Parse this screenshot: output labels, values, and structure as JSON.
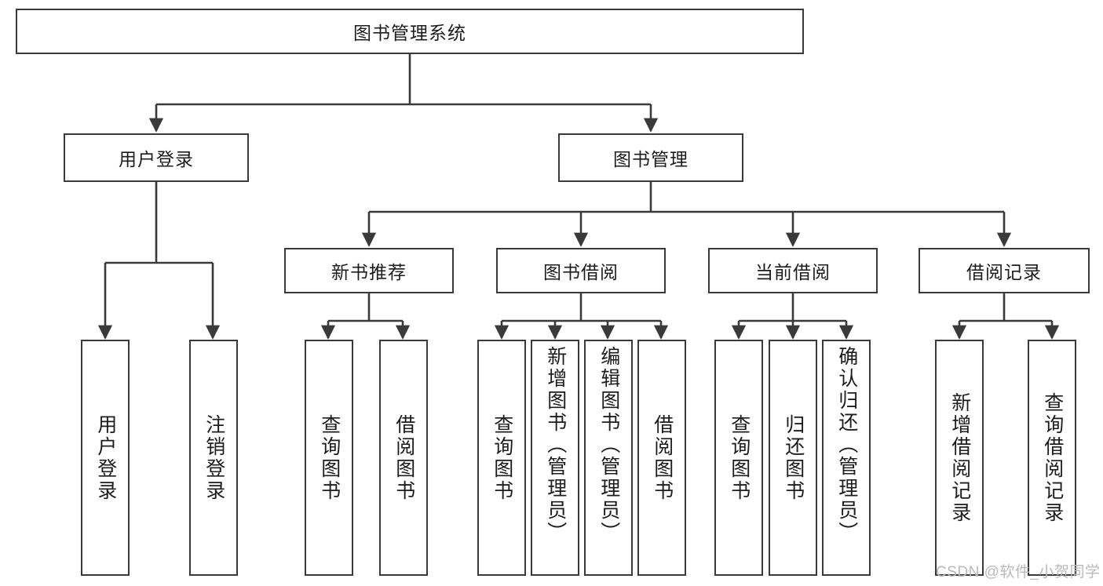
{
  "diagram": {
    "type": "hierarchy-tree",
    "title": "图书管理系统",
    "root": {
      "label": "图书管理系统"
    },
    "level1": [
      {
        "label": "用户登录"
      },
      {
        "label": "图书管理"
      }
    ],
    "level2": [
      {
        "label": "新书推荐",
        "parent": "图书管理"
      },
      {
        "label": "图书借阅",
        "parent": "图书管理"
      },
      {
        "label": "当前借阅",
        "parent": "图书管理"
      },
      {
        "label": "借阅记录",
        "parent": "图书管理"
      }
    ],
    "leaves_user_login": [
      {
        "label": "用户登录"
      },
      {
        "label": "注销登录"
      }
    ],
    "leaves_new_book": [
      {
        "label": "查询图书"
      },
      {
        "label": "借阅图书"
      }
    ],
    "leaves_borrow": [
      {
        "label": "查询图书"
      },
      {
        "label": "新增图书（管理员）"
      },
      {
        "label": "编辑图书（管理员）"
      },
      {
        "label": "借阅图书"
      }
    ],
    "leaves_current": [
      {
        "label": "查询图书"
      },
      {
        "label": "归还图书"
      },
      {
        "label": "确认归还（管理员）"
      }
    ],
    "leaves_records": [
      {
        "label": "新增借阅记录"
      },
      {
        "label": "查询借阅记录"
      }
    ]
  },
  "watermark": {
    "text": "CSDN @软件_小贺同学"
  },
  "colors": {
    "border": "#3a3a3a",
    "text": "#1c1c1c",
    "background": "#ffffff",
    "link": "#3a3a3a",
    "watermark": "#b9b9b9"
  }
}
